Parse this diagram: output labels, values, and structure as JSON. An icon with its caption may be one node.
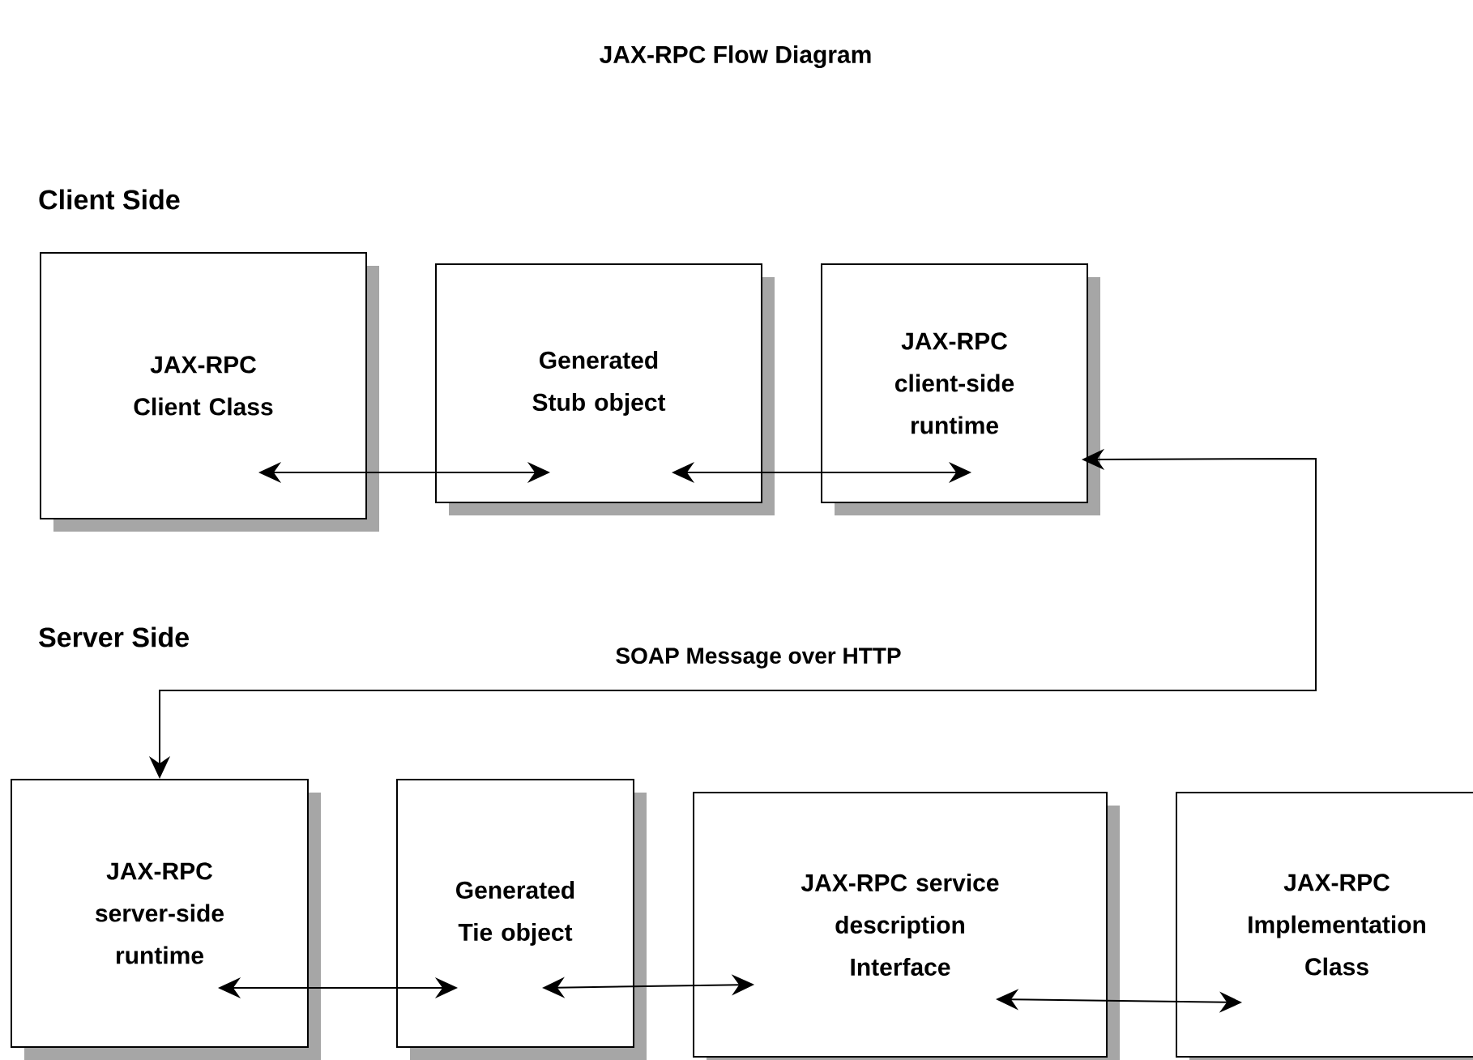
{
  "diagram": {
    "title": "JAX-RPC Flow Diagram",
    "nodes": [
      {
        "text": [
          "JAX-RPC Client Class"
        ]
      },
      {
        "text": [
          "Generated Stub object"
        ]
      },
      {
        "text": [
          "JAX-RPC client-side runtime"
        ]
      },
      {
        "text": [
          "JAX-RPC server-side runtime"
        ]
      },
      {
        "text": [
          "Generated Tie object"
        ]
      },
      {
        "text": [
          "JAX-RPC service description Interface"
        ]
      },
      {
        "text": [
          "JAX-RPC Implementation Class"
        ]
      }
    ],
    "edges": [
      {
        "from": 0,
        "to": 1,
        "arrow": "both"
      },
      {
        "from": 1,
        "to": 2,
        "arrow": "both"
      },
      {
        "from": 2,
        "to": 3,
        "arrow": "both",
        "label": "SOAP Message over HTTP"
      },
      {
        "from": 3,
        "to": 4,
        "arrow": "both"
      },
      {
        "from": 4,
        "to": 5,
        "arrow": "both"
      },
      {
        "from": 5,
        "to": 6,
        "arrow": "both"
      }
    ],
    "labels": [
      "Client Side",
      "Server Side"
    ]
  }
}
